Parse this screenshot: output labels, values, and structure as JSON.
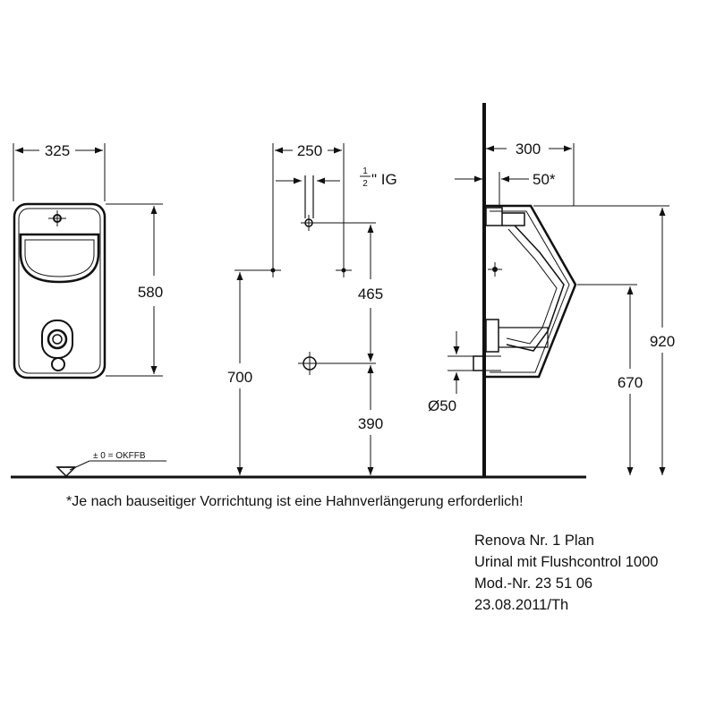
{
  "dimensions": {
    "front_width": "325",
    "front_height": "580",
    "install_width": "250",
    "pipe_label_num": "1",
    "pipe_label_den": "2",
    "pipe_label_suffix": "\" IG",
    "install_upper": "465",
    "install_total": "700",
    "install_lower": "390",
    "side_depth": "300",
    "side_tap": "50*",
    "side_total": "920",
    "side_lower": "670",
    "drain_diameter": "Ø50"
  },
  "floor_label": "± 0 = OKFFB",
  "footnote": "*Je nach bauseitiger Vorrichtung ist eine Hahnverlängerung erforderlich!",
  "title_block": {
    "line1": "Renova Nr. 1 Plan",
    "line2": "Urinal mit Flushcontrol 1000",
    "line3": "Mod.-Nr. 23 51 06",
    "line4": "23.08.2011/Th"
  }
}
